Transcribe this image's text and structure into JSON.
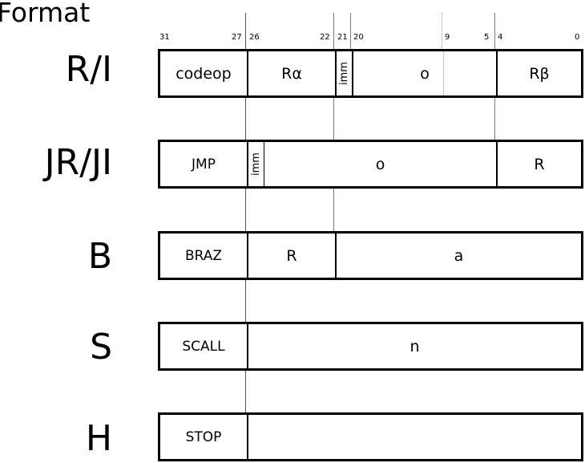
{
  "heading": "Format",
  "bit_numbers": {
    "b31": "31",
    "b27": "27",
    "b26": "26",
    "b22": "22",
    "b21": "21",
    "b20": "20",
    "b9": "9",
    "b5": "5",
    "b4": "4",
    "b0": "0"
  },
  "formats": {
    "ri": {
      "label": "R/I",
      "fields": {
        "codeop": "codeop",
        "ralpha": "Rα",
        "imm": "imm",
        "o": "o",
        "rbeta": "Rβ"
      }
    },
    "jr": {
      "label": "JR/JI",
      "fields": {
        "jmp": "JMP",
        "imm": "imm",
        "o": "o",
        "r": "R"
      }
    },
    "b": {
      "label": "B",
      "fields": {
        "braz": "BRAZ",
        "r": "R",
        "a": "a"
      }
    },
    "s": {
      "label": "S",
      "fields": {
        "scall": "SCALL",
        "n": "n"
      }
    },
    "h": {
      "label": "H",
      "fields": {
        "stop": "STOP"
      }
    }
  }
}
